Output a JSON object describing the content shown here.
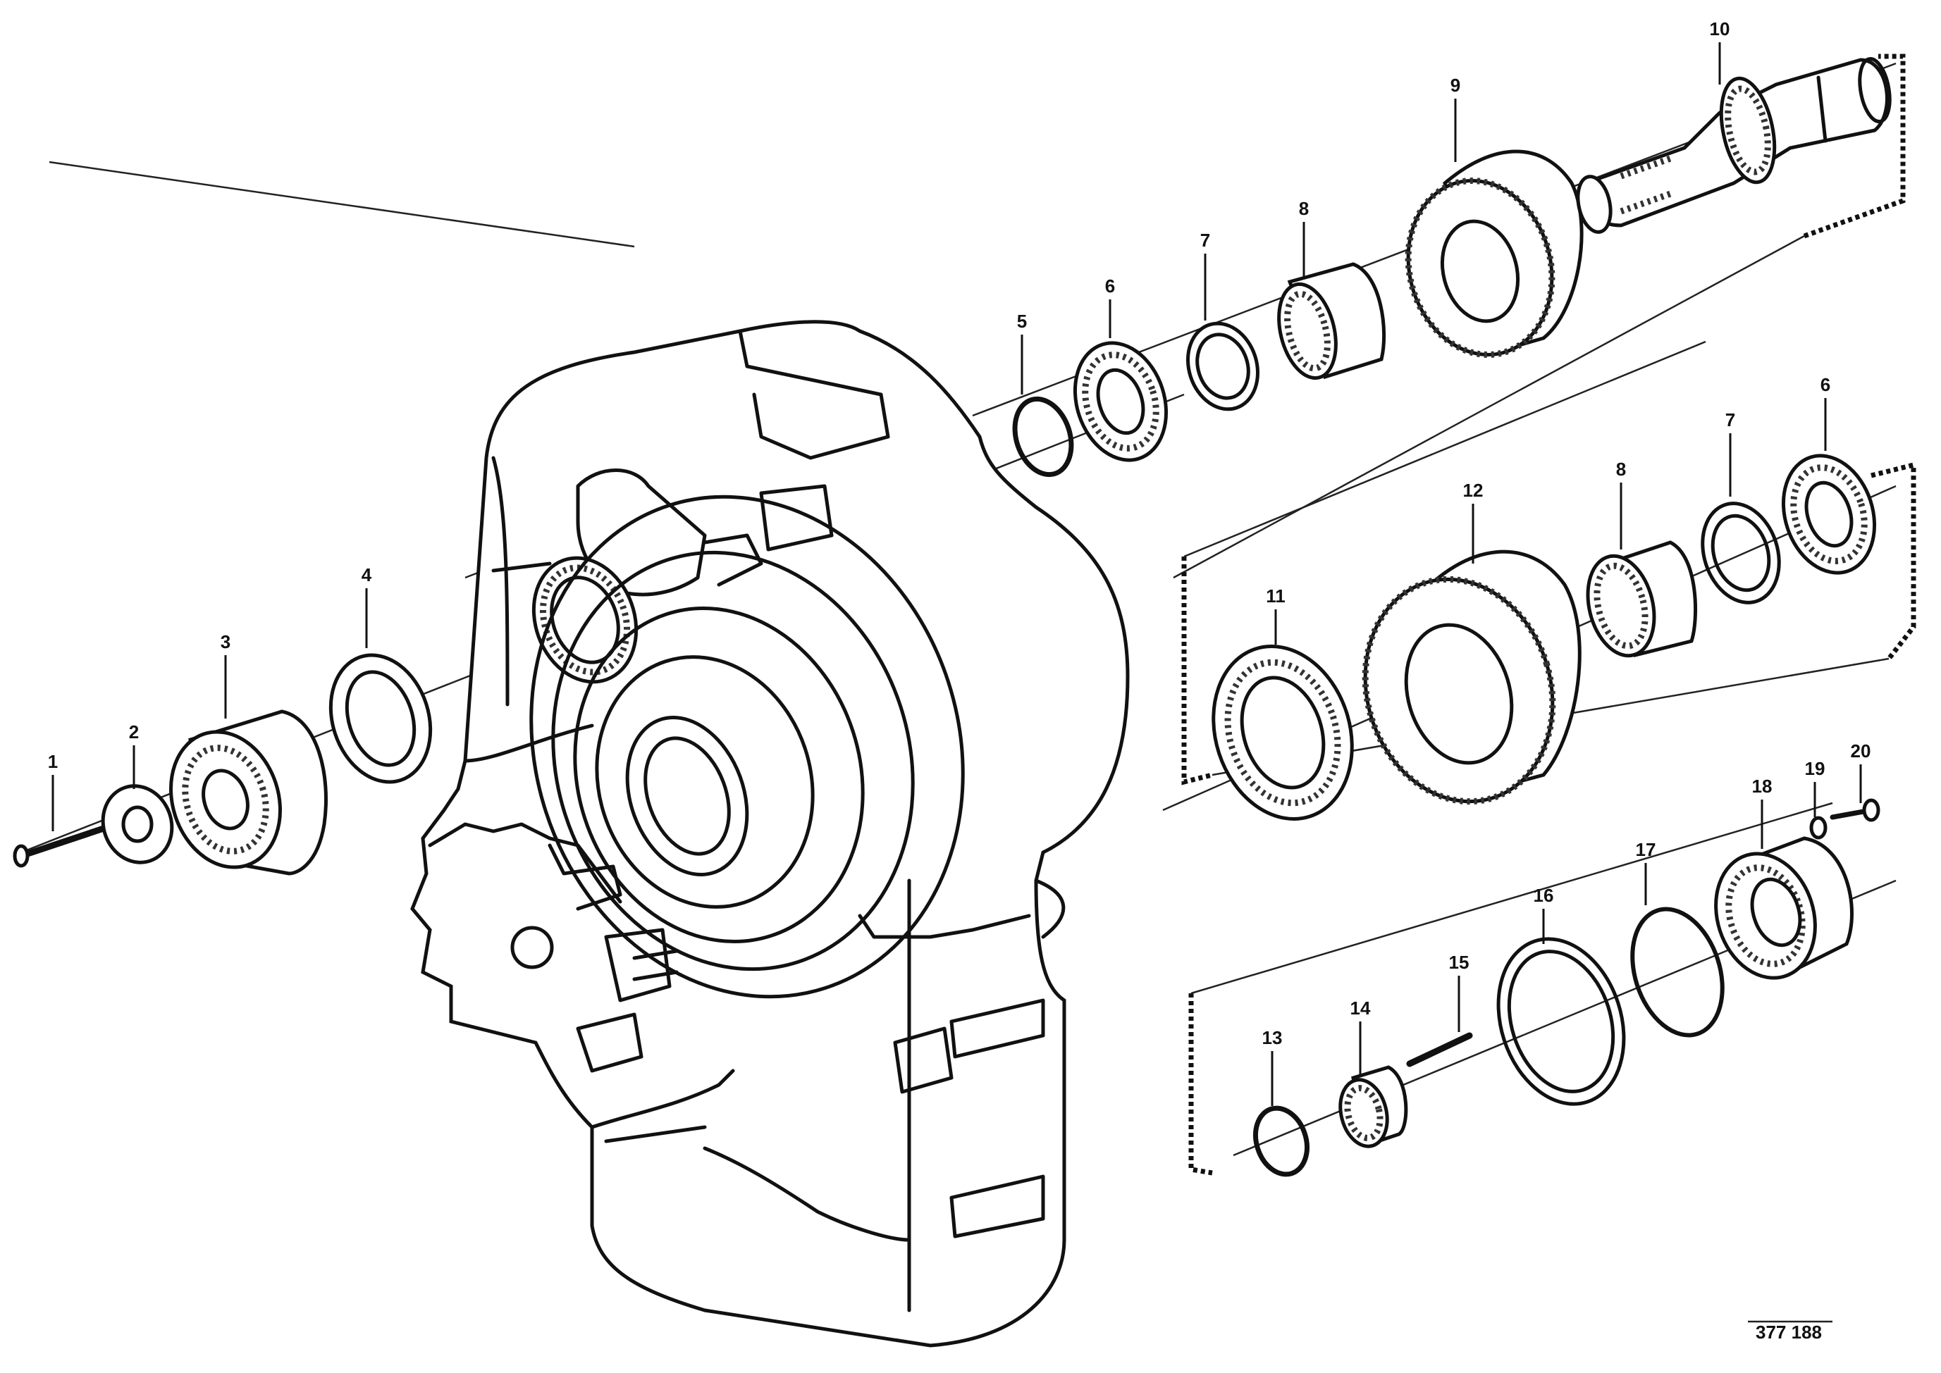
{
  "diagram": {
    "callouts": [
      {
        "id": "c1",
        "text": "1"
      },
      {
        "id": "c2",
        "text": "2"
      },
      {
        "id": "c3",
        "text": "3"
      },
      {
        "id": "c4",
        "text": "4"
      },
      {
        "id": "c5",
        "text": "5"
      },
      {
        "id": "c6",
        "text": "6"
      },
      {
        "id": "c7",
        "text": "7"
      },
      {
        "id": "c8",
        "text": "8"
      },
      {
        "id": "c9",
        "text": "9"
      },
      {
        "id": "c10",
        "text": "10"
      },
      {
        "id": "c11",
        "text": "11"
      },
      {
        "id": "c12",
        "text": "12"
      },
      {
        "id": "c8b",
        "text": "8"
      },
      {
        "id": "c7b",
        "text": "7"
      },
      {
        "id": "c6b",
        "text": "6"
      },
      {
        "id": "c13",
        "text": "13"
      },
      {
        "id": "c14",
        "text": "14"
      },
      {
        "id": "c15",
        "text": "15"
      },
      {
        "id": "c16",
        "text": "16"
      },
      {
        "id": "c17",
        "text": "17"
      },
      {
        "id": "c18",
        "text": "18"
      },
      {
        "id": "c19",
        "text": "19"
      },
      {
        "id": "c20",
        "text": "20"
      }
    ],
    "reference": {
      "line1": "",
      "line2": "",
      "code": "377 188"
    }
  }
}
